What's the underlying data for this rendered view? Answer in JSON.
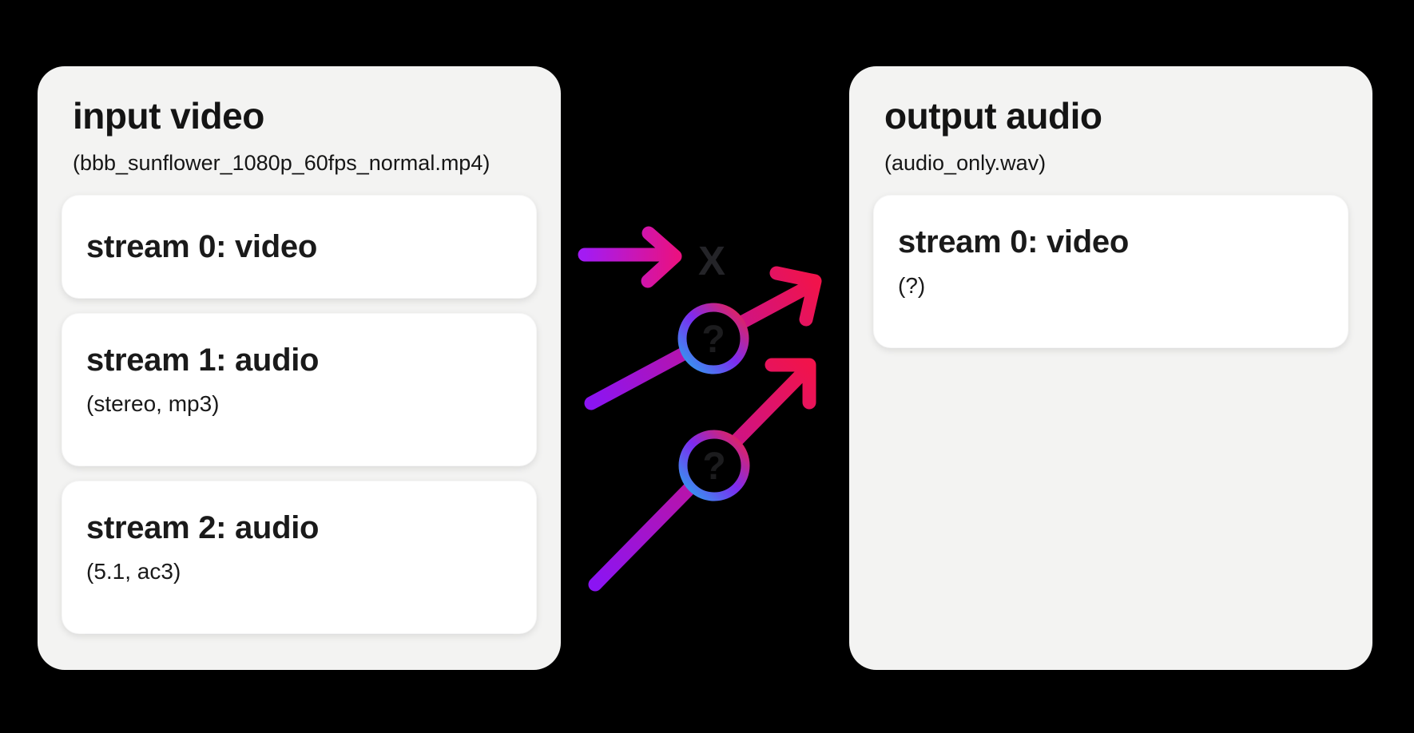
{
  "panels": {
    "input": {
      "title": "input video",
      "subtitle": "(bbb_sunflower_1080p_60fps_normal.mp4)",
      "streams": [
        {
          "label": "stream 0: video",
          "detail": ""
        },
        {
          "label": "stream 1: audio",
          "detail": "(stereo, mp3)"
        },
        {
          "label": "stream 2: audio",
          "detail": "(5.1, ac3)"
        }
      ]
    },
    "output": {
      "title": "output audio",
      "subtitle": "(audio_only.wav)",
      "streams": [
        {
          "label": "stream 0: video",
          "detail": "(?)"
        }
      ]
    }
  },
  "connections": {
    "blocked_label": "X",
    "question_label": "?",
    "colors": {
      "background": "#000000",
      "panel_bg": "#f3f3f2",
      "card_bg": "#ffffff",
      "text": "#1a1a1a",
      "blocked_x": "#242428",
      "question_mark": "#1c1c1e",
      "h_arrow_tail": "#a31bf3",
      "h_arrow_head": "#ea1181",
      "diag_arrow_tail": "#8b14f3",
      "diag_arrow_head": "#f1134b",
      "ring_bottom_left": "#2ba6ef",
      "ring_middle": "#7d2bf0",
      "ring_top_right": "#f22148",
      "circle_fill": "#000000"
    }
  }
}
